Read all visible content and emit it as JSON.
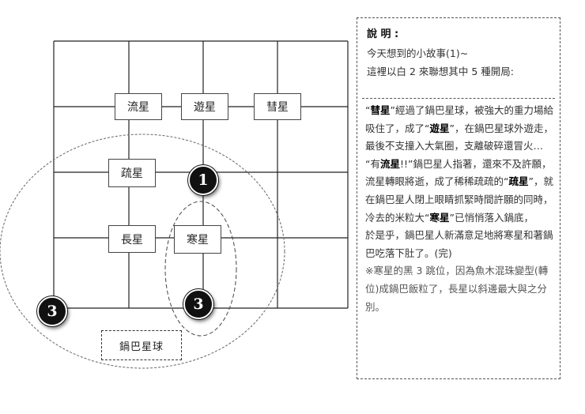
{
  "diagram": {
    "labels": {
      "liu_xing": "流星",
      "you_xing": "遊星",
      "hui_xing": "彗星",
      "shu_xing": "疏星",
      "chang_xing": "長星",
      "han_xing": "寒星"
    },
    "stones": {
      "stone_1": "1",
      "stone_3_left": "3",
      "stone_3_center": "3"
    },
    "planet_label": "鍋巴星球"
  },
  "panel": {
    "title": "說 明 :",
    "intro_line1": "今天想到的小故事(1)~",
    "intro_line2": "這裡以白 2 來聯想其中 5 種開局:",
    "story": {
      "p1_a": "“",
      "p1_bold1": "彗星",
      "p1_b": "”經過了鍋巴星球，被強大的重力場給吸住了，成了“",
      "p1_bold2": "遊星",
      "p1_c": "”，在鍋巴星球外遊走，最後不支撞入大氣圈，支離破碎還冒火…",
      "p2_a": "“有",
      "p2_bold1": "流星",
      "p2_b": "!!”鍋巴星人指著，還來不及許願，流星轉眼將逝，成了稀稀疏疏的“",
      "p2_bold2": "疏星",
      "p2_c": "”，就在鍋巴星人閉上眼睛抓緊時間許願的同時，冷去的米粒大“",
      "p2_bold3": "寒星",
      "p2_d": "”已悄悄落入鍋底，",
      "p3": "於是乎，鍋巴星人新滿意足地將寒星和著鍋巴吃落下肚了。(完)",
      "note": "※寒星的黑 3 跳位，因為魚木混珠變型(轉位)成鍋巴飯粒了，長星以斜邊最大與之分別。"
    }
  }
}
